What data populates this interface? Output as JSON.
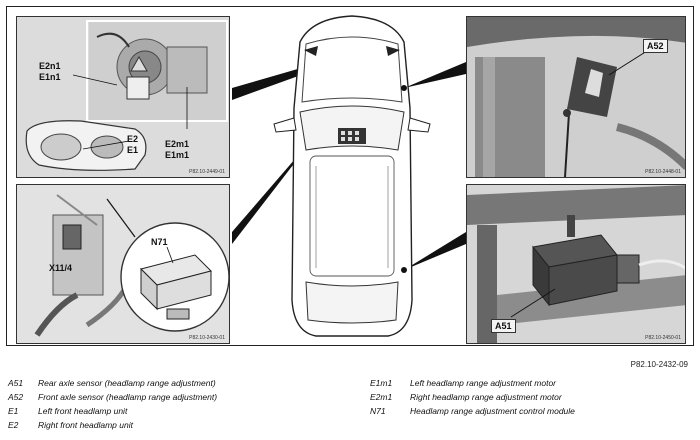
{
  "labels": {
    "e2n1": "E2n1",
    "e1n1": "E1n1",
    "e2": "E2",
    "e1": "E1",
    "e2m1": "E2m1",
    "e1m1": "E1m1",
    "n71": "N71",
    "x11_4": "X11/4",
    "a52": "A52",
    "a51": "A51"
  },
  "small_refs": {
    "tl": "P82.10-2449-01",
    "bl": "P82.10-2430-01",
    "tr": "P82.10-2448-01",
    "br": "P82.10-2450-01"
  },
  "figure_ref": "P82.10-2432-09",
  "legend": [
    {
      "code": "A51",
      "text": "Rear axle sensor (headlamp range adjustment)"
    },
    {
      "code": "A52",
      "text": "Front axle sensor (headlamp range adjustment)"
    },
    {
      "code": "E1",
      "text": "Left front headlamp unit"
    },
    {
      "code": "E2",
      "text": "Right front headlamp unit"
    },
    {
      "code": "E1m1",
      "text": "Left headlamp range adjustment motor"
    },
    {
      "code": "E2m1",
      "text": "Right headlamp range adjustment motor"
    },
    {
      "code": "N71",
      "text": "Headlamp range adjustment control module"
    }
  ]
}
